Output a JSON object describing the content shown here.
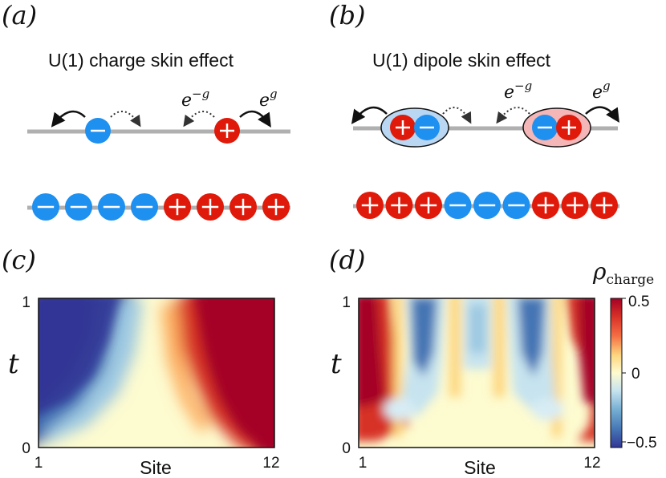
{
  "panels": {
    "a": {
      "label": "(a)",
      "title": "U(1) charge skin effect",
      "hop_left": "e",
      "hop_left_exp": "−g",
      "hop_right": "e",
      "hop_right_exp": "g"
    },
    "b": {
      "label": "(b)",
      "title": "U(1) dipole skin effect",
      "hop_left": "e",
      "hop_left_exp": "−g",
      "hop_right": "e",
      "hop_right_exp": "g"
    },
    "c": {
      "label": "(c)"
    },
    "d": {
      "label": "(d)"
    }
  },
  "charges": {
    "plus": "+",
    "minus": "−",
    "chain_a": [
      "-",
      "-",
      "-",
      "-",
      "+",
      "+",
      "+",
      "+"
    ],
    "chain_b": [
      "+",
      "+",
      "+",
      "-",
      "-",
      "-",
      "+",
      "+",
      "+"
    ]
  },
  "colors": {
    "plus": "#e01a0a",
    "minus": "#1e90f0",
    "line": "#b0b0b0",
    "dipole_plus_bg": "#f4b6b6",
    "dipole_minus_bg": "#b9d6f2"
  },
  "axes": {
    "xlabel": "Site",
    "ylabel": "t",
    "x_min_label": "1",
    "x_max_label": "12",
    "y_min_label": "0",
    "y_max_label": "1"
  },
  "colorbar": {
    "label_main": "ρ",
    "label_sub": "charge",
    "ticks": [
      "0.5",
      "0",
      "−0.5"
    ],
    "range": [
      -0.5,
      0.5
    ]
  },
  "chart_data": [
    {
      "type": "heatmap",
      "x": [
        1,
        12
      ],
      "y": [
        0,
        1
      ],
      "xlabel": "Site",
      "ylabel": "t",
      "description_values": "charge density vs site and time; negative charges accumulate on left, positive on right",
      "zlim": [
        -0.5,
        0.5
      ]
    },
    {
      "type": "heatmap",
      "x": [
        1,
        12
      ],
      "y": [
        0,
        1
      ],
      "xlabel": "Site",
      "ylabel": "t",
      "zlim": [
        -0.5,
        0.5
      ]
    }
  ]
}
